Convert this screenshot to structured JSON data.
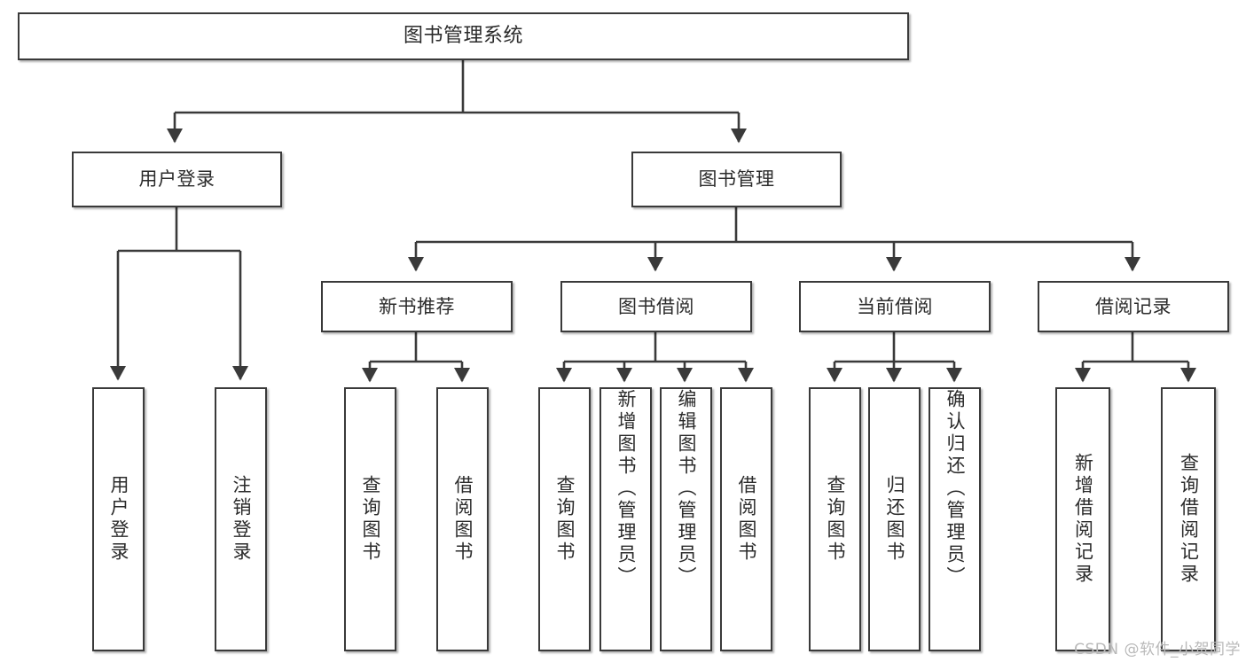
{
  "diagram": {
    "title": "图书管理系统",
    "watermark": "CSDN @软件_小贺同学",
    "line_color": "#3a3a3a",
    "box_fill": "#ffffff",
    "text_color": "#2b2b2b",
    "nodes": {
      "root": "图书管理系统",
      "level2": {
        "user_login": "用户登录",
        "book_manage": "图书管理"
      },
      "level3": {
        "new_book_rec": "新书推荐",
        "book_borrow": "图书借阅",
        "current_borrow": "当前借阅",
        "borrow_record": "借阅记录"
      },
      "leaves": {
        "user_login_1": "用户登录",
        "user_login_2": "注销登录",
        "new_book_rec_1": "查询图书",
        "new_book_rec_2": "借阅图书",
        "book_borrow_1": "查询图书",
        "book_borrow_2": "新增图书（管理员）",
        "book_borrow_3": "编辑图书（管理员）",
        "book_borrow_4": "借阅图书",
        "current_borrow_1": "查询图书",
        "current_borrow_2": "归还图书",
        "current_borrow_3": "确认归还（管理员）",
        "borrow_record_1": "新增借阅记录",
        "borrow_record_2": "查询借阅记录"
      }
    }
  }
}
